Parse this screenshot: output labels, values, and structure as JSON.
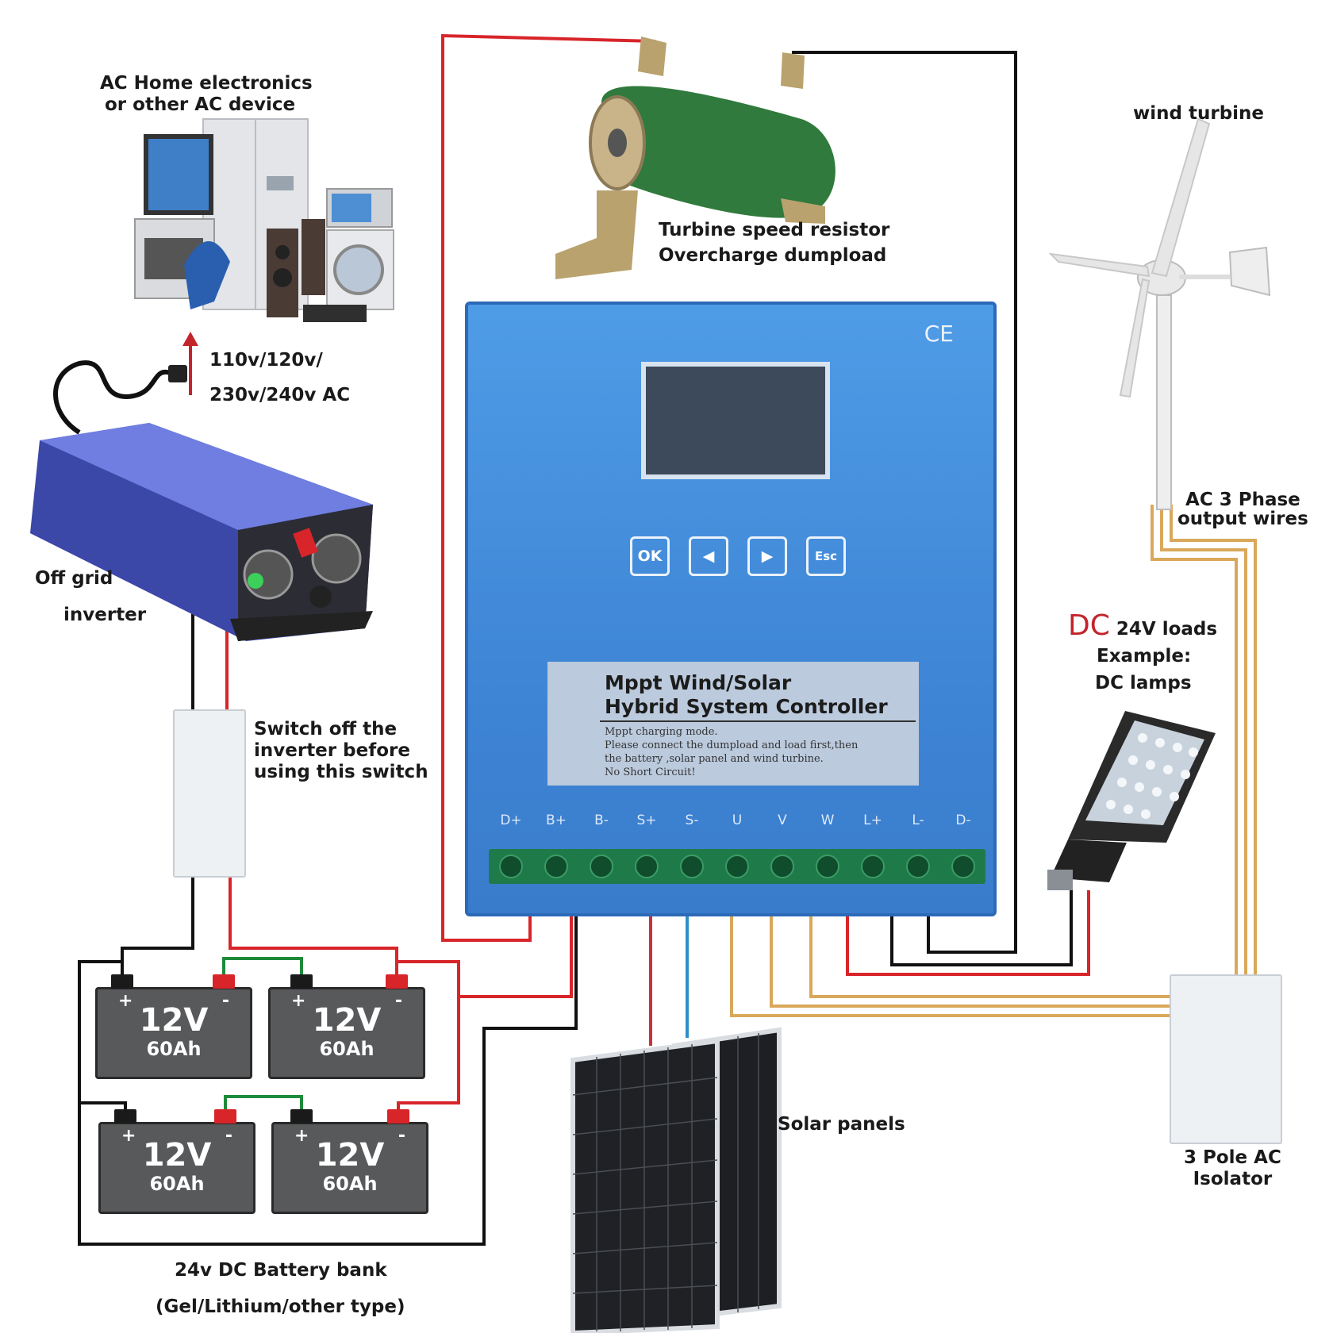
{
  "labels": {
    "ac_devices": [
      "AC Home electronics",
      "or other AC device"
    ],
    "ac_voltage": [
      "110v/120v/",
      "230v/240v AC"
    ],
    "inverter": [
      "Off grid",
      "inverter"
    ],
    "dumpload": [
      "Turbine speed resistor",
      "Overcharge dumpload"
    ],
    "wind_turbine": "wind turbine",
    "ac_wires": [
      "AC 3 Phase",
      "output wires"
    ],
    "dc_loads": {
      "dc": "DC",
      "rest": "24V loads",
      "line2": "Example:",
      "line3": "DC lamps"
    },
    "switch": [
      "Switch off the",
      "inverter before",
      "using this switch"
    ],
    "solar_panels": "Solar panels",
    "isolator": [
      "3 Pole AC",
      "Isolator"
    ],
    "battery_bank": [
      "24v DC Battery bank",
      "(Gel/Lithium/other type)"
    ]
  },
  "batteries": [
    {
      "voltage": "12V",
      "capacity": "60Ah",
      "plus": "+",
      "minus": "-"
    },
    {
      "voltage": "12V",
      "capacity": "60Ah",
      "plus": "+",
      "minus": "-"
    },
    {
      "voltage": "12V",
      "capacity": "60Ah",
      "plus": "+",
      "minus": "-"
    },
    {
      "voltage": "12V",
      "capacity": "60Ah",
      "plus": "+",
      "minus": "-"
    }
  ],
  "controller": {
    "mark": "CE",
    "buttons": [
      "OK",
      "◀",
      "▶",
      "Esc"
    ],
    "title": [
      "Mppt Wind/Solar",
      "Hybrid System Controller"
    ],
    "notes": [
      "Mppt charging mode.",
      "Please connect the dumpload and load first,then",
      "the battery ,solar panel and wind turbine.",
      "No Short Circuit!"
    ],
    "terminals": [
      "D+",
      "B+",
      "B-",
      "S+",
      "S-",
      "U",
      "V",
      "W",
      "L+",
      "L-",
      "D-"
    ]
  },
  "colors": {
    "positive_wire": "#d7252a",
    "negative_wire": "#111111",
    "solar_positive": "#c8323a",
    "solar_negative": "#2d8fc8",
    "ac_phase_wire": "#d9a85a",
    "battery_link": "#1f8a3a",
    "controller": "#4a93e0",
    "terminal_block": "#1f7a4a",
    "dc_accent": "#c4242b"
  }
}
